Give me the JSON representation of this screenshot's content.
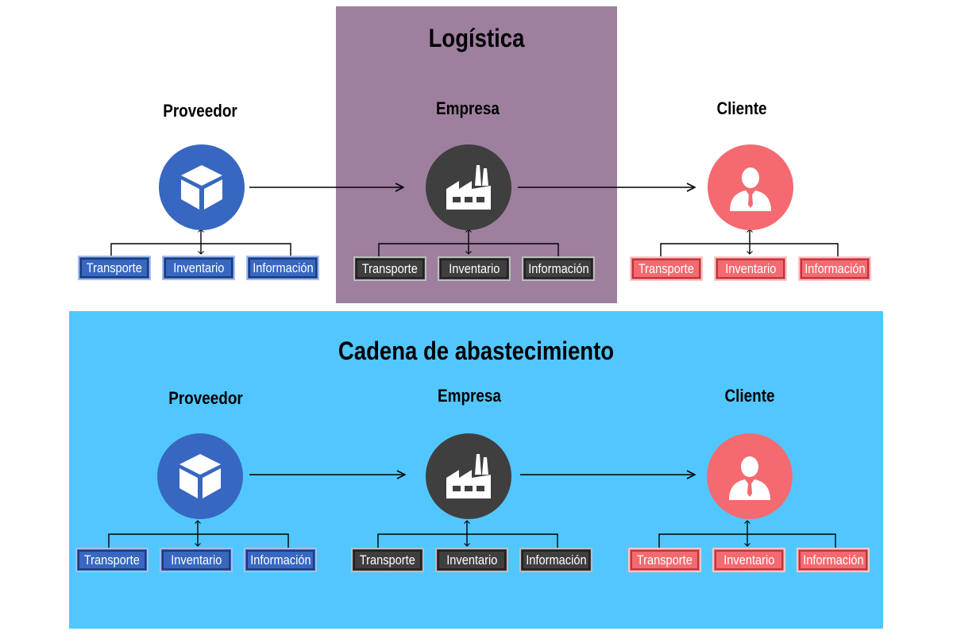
{
  "logistics": {
    "title": "Logística",
    "actors": [
      {
        "key": "provider",
        "label": "Proveedor",
        "icon": "box-icon",
        "boxes": [
          "Transporte",
          "Inventario",
          "Información"
        ]
      },
      {
        "key": "company",
        "label": "Empresa",
        "icon": "factory-icon",
        "boxes": [
          "Transporte",
          "Inventario",
          "Información"
        ]
      },
      {
        "key": "client",
        "label": "Cliente",
        "icon": "person-icon",
        "boxes": [
          "Transporte",
          "Inventario",
          "Información"
        ]
      }
    ]
  },
  "supply_chain": {
    "title": "Cadena de abastecimiento",
    "actors": [
      {
        "key": "provider",
        "label": "Proveedor",
        "icon": "box-icon",
        "boxes": [
          "Transporte",
          "Inventario",
          "Información"
        ]
      },
      {
        "key": "company",
        "label": "Empresa",
        "icon": "factory-icon",
        "boxes": [
          "Transporte",
          "Inventario",
          "Información"
        ]
      },
      {
        "key": "client",
        "label": "Cliente",
        "icon": "person-icon",
        "boxes": [
          "Transporte",
          "Inventario",
          "Información"
        ]
      }
    ]
  },
  "colors": {
    "logistics_bg": "#9e7f9e",
    "supply_bg": "#52c7ff",
    "provider": "#3767c0",
    "company": "#3f3f3f",
    "client": "#f46a70"
  }
}
